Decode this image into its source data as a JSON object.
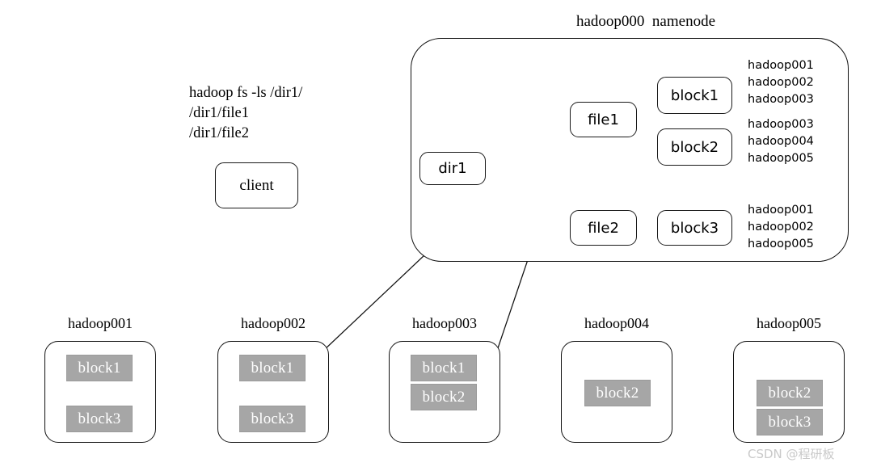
{
  "diagram": {
    "namenode_title": "hadoop000  namenode",
    "watermark": "CSDN @程研板",
    "command_lines": "hadoop fs -ls /dir1/\n/dir1/file1\n/dir1/file2",
    "client_label": "client"
  },
  "namenode": {
    "nodes": {
      "dir1": "dir1",
      "file1": "file1",
      "file2": "file2",
      "block1": "block1",
      "block2": "block2",
      "block3": "block3"
    },
    "replica_groups": [
      {
        "for": "block1",
        "hosts": "hadoop001\nhadoop002\nhadoop003"
      },
      {
        "for": "block2",
        "hosts": "hadoop003\nhadoop004\nhadoop005"
      },
      {
        "for": "block3",
        "hosts": "hadoop001\nhadoop002\nhadoop005"
      }
    ]
  },
  "datanodes": [
    {
      "title": "hadoop001",
      "blocks": [
        "block1",
        "block3"
      ]
    },
    {
      "title": "hadoop002",
      "blocks": [
        "block1",
        "block3"
      ]
    },
    {
      "title": "hadoop003",
      "blocks": [
        "block1",
        "block2"
      ]
    },
    {
      "title": "hadoop004",
      "blocks": [
        "block2"
      ]
    },
    {
      "title": "hadoop005",
      "blocks": [
        "block2",
        "block3"
      ]
    }
  ],
  "colors": {
    "block_fill": "#a6a6a6",
    "block_text": "#ffffff",
    "stroke": "#111111",
    "watermark": "#c9c9c9"
  }
}
